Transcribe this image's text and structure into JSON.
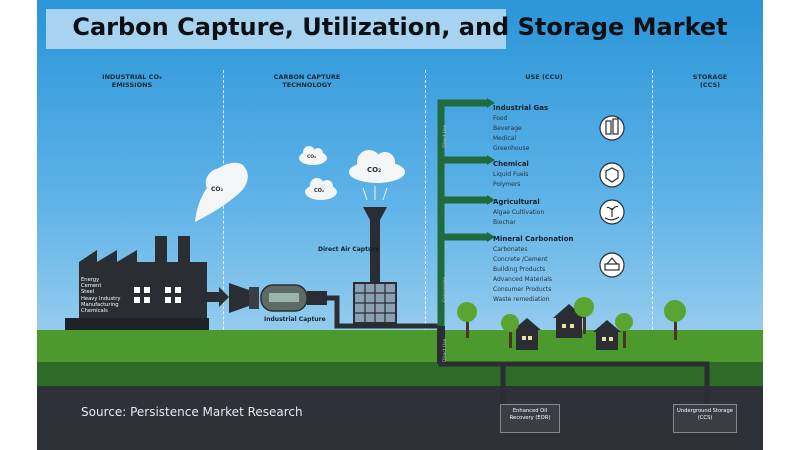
{
  "title": "Carbon Capture, Utilization, and Storage Market",
  "columns": {
    "emissions": "INDUSTRIAL CO₂ EMISSIONS",
    "capture": "CARBON CAPTURE TECHNOLOGY",
    "use": "USE (CCU)",
    "storage": "STORAGE (CCS)"
  },
  "factory_industries": [
    "Energy",
    "Cement",
    "Steel",
    "Heavy Industry",
    "Manufacturing",
    "Chemicals"
  ],
  "cloud_labels": {
    "factory": "CO₂",
    "small_1": "CO₂",
    "small_2": "CO₂",
    "large": "CO₂"
  },
  "capture_labels": {
    "direct_air": "Direct Air Capture",
    "industrial": "Industrial Capture"
  },
  "pipe_labels": {
    "direct_use_top": "Direct Use",
    "conversion": "Conversion",
    "direct_use_bottom": "Direct Use"
  },
  "uses": [
    {
      "category": "Industrial Gas",
      "items": [
        "Food",
        "Beverage",
        "Medical",
        "Greenhouse"
      ],
      "icon": "gas-cylinders-icon"
    },
    {
      "category": "Chemical",
      "items": [
        "Liquid Fuels",
        "Polymers"
      ],
      "icon": "molecule-icon"
    },
    {
      "category": "Agricultural",
      "items": [
        "Algae Cultivation",
        "Biochar"
      ],
      "icon": "plant-hand-icon"
    },
    {
      "category": "Mineral Carbonation",
      "items": [
        "Carbonates",
        "Concrete /Cement",
        "Building Products",
        "Advanced Materials",
        "Consumer Products",
        "Waste remediation"
      ],
      "icon": "construction-icon"
    }
  ],
  "storage": {
    "eor": "Enhanced Oil Recovery (EOR)",
    "underground": "Underground Storage (CCS)"
  },
  "source": "Source: Persistence Market Research",
  "colors": {
    "pipe": "#1f6b3d",
    "grass": "#4c9a2e",
    "ground": "#2e3238",
    "sky": "#2a95d8"
  }
}
